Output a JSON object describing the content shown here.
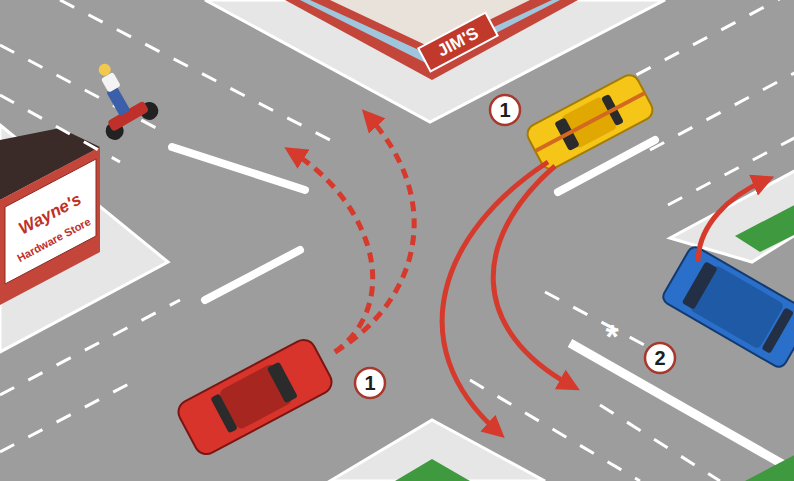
{
  "diagram": {
    "nodes": [
      {
        "text": [
          "1"
        ]
      },
      {
        "text": [
          "2"
        ]
      },
      {
        "text": [
          "1"
        ]
      }
    ],
    "labels": [
      "JIM'S",
      "Wayne's",
      "Hardware Store",
      "*"
    ]
  }
}
